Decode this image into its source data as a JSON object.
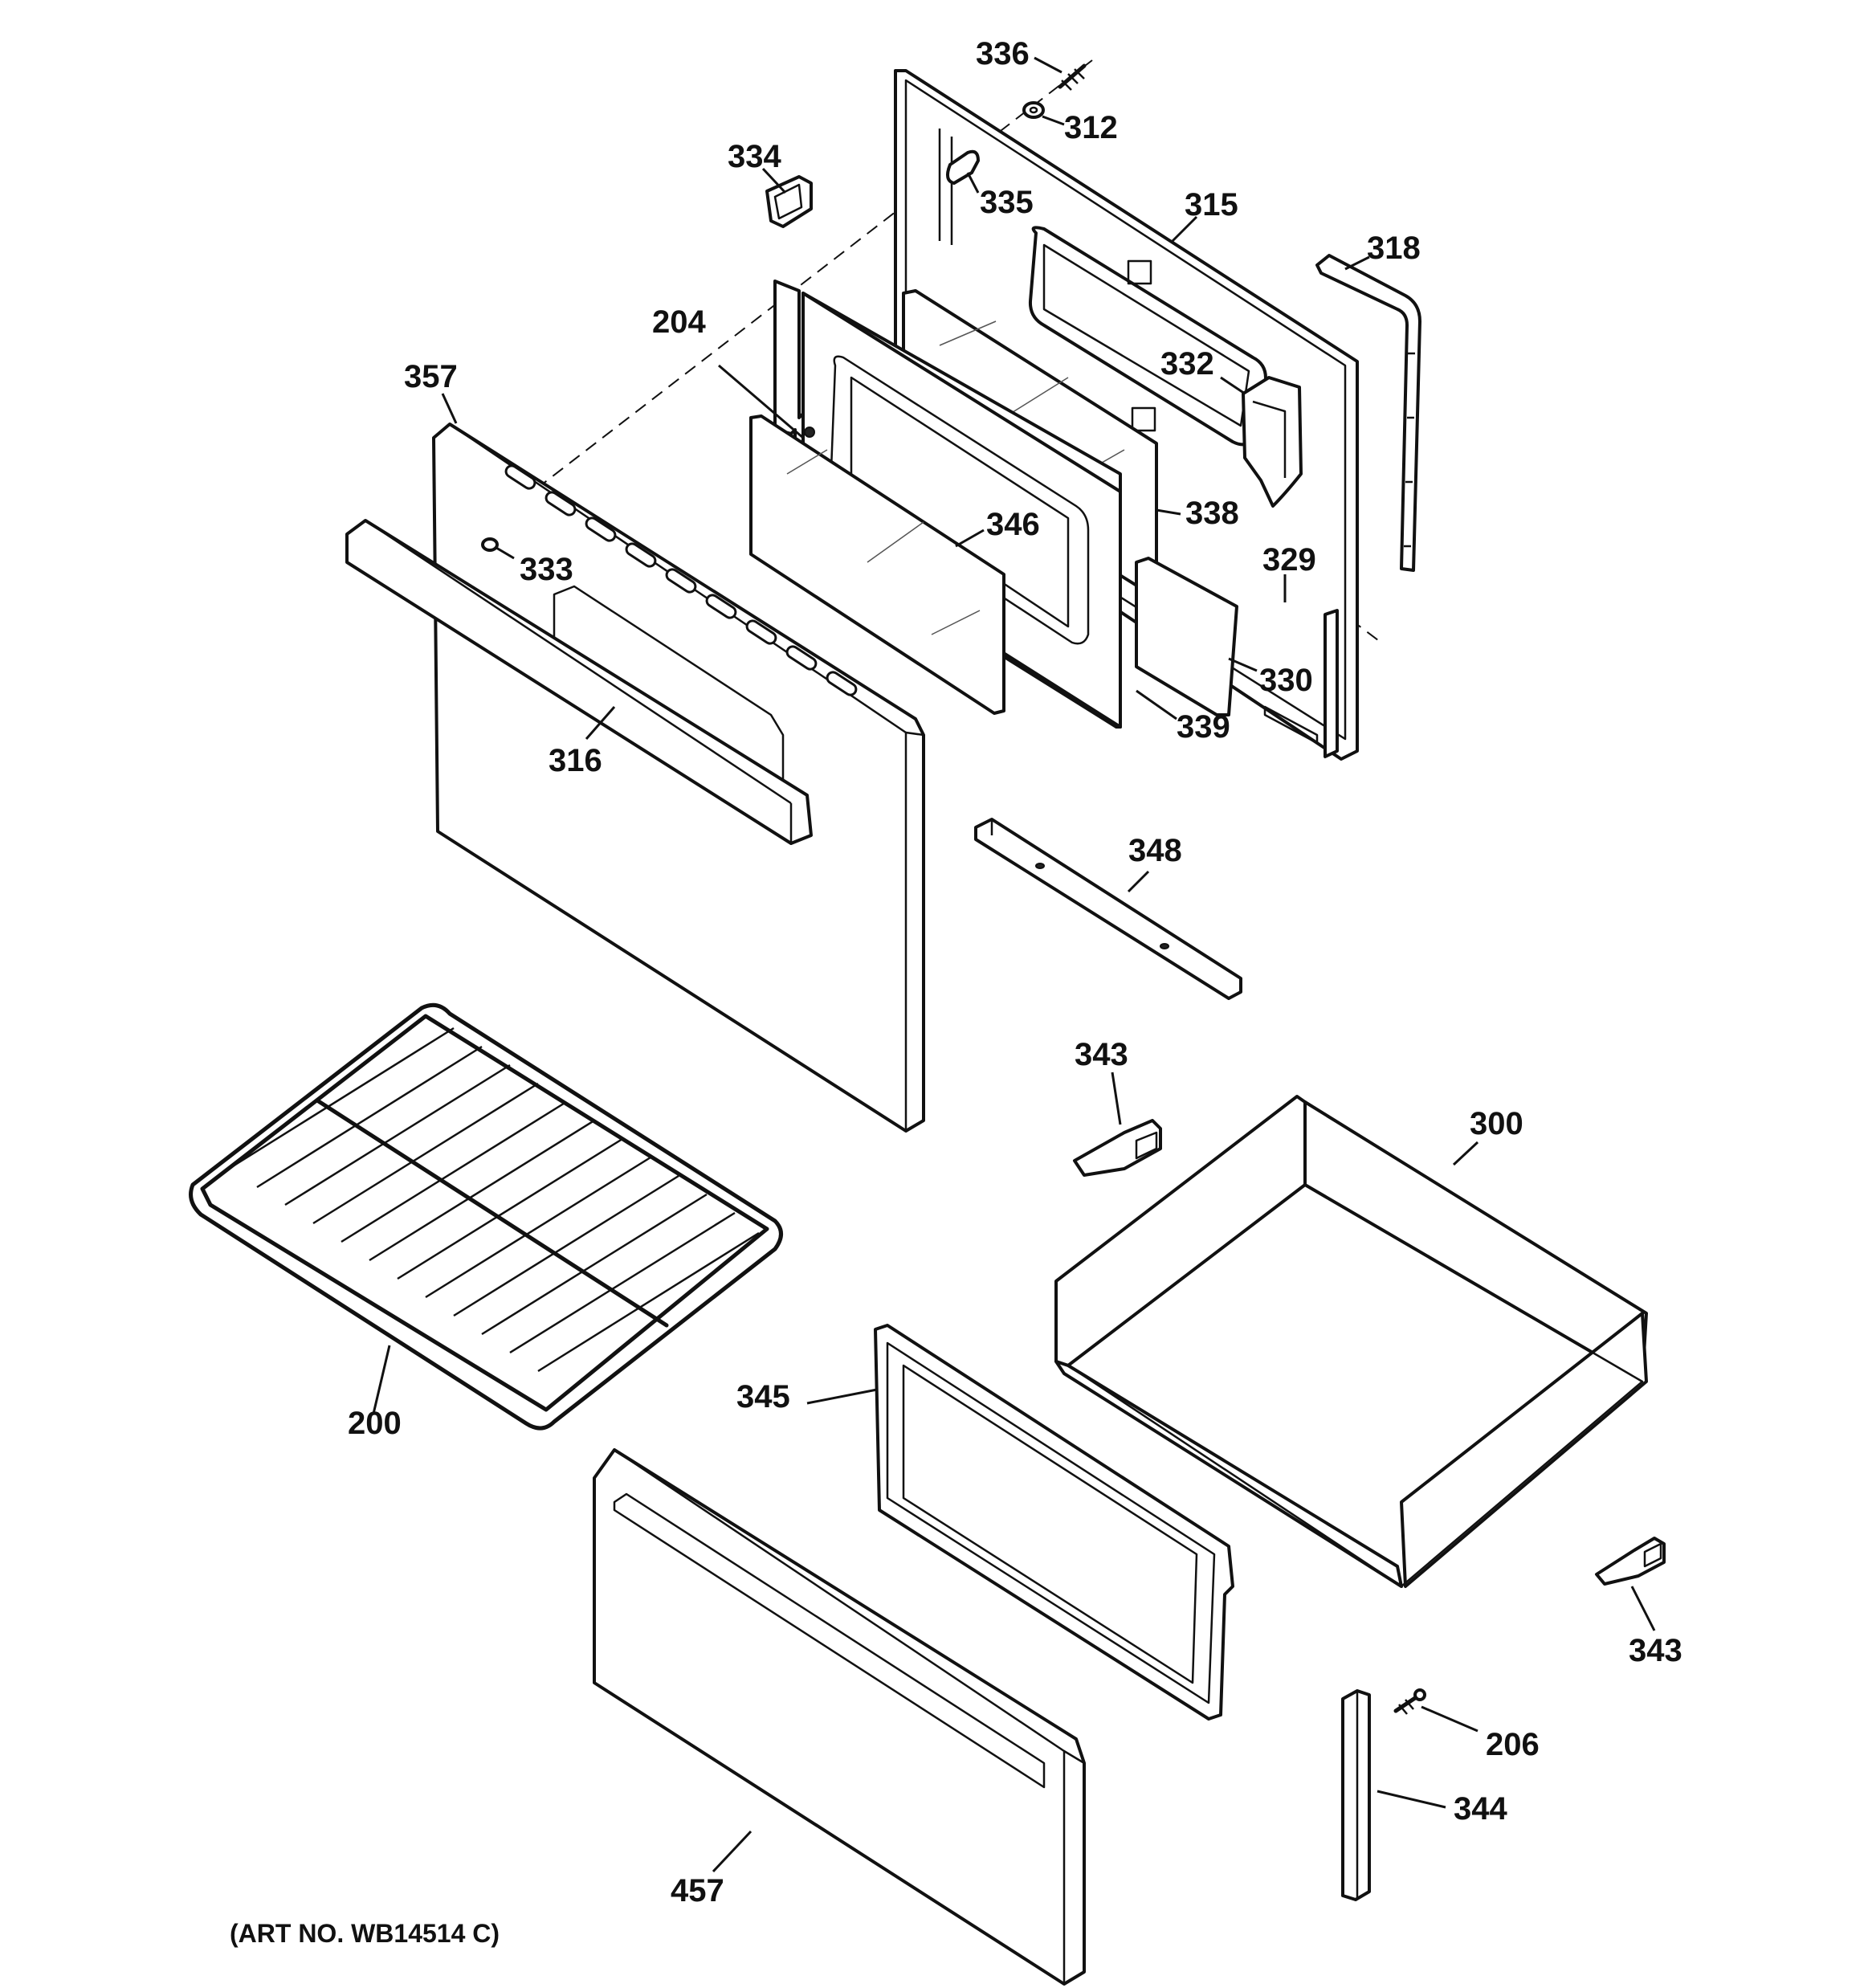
{
  "callouts": {
    "c336": "336",
    "c312": "312",
    "c334": "334",
    "c335": "335",
    "c315": "315",
    "c318": "318",
    "c204": "204",
    "c357": "357",
    "c332": "332",
    "c338": "338",
    "c346": "346",
    "c333": "333",
    "c329": "329",
    "c330": "330",
    "c339": "339",
    "c316": "316",
    "c348": "348",
    "c343_top": "343",
    "c300": "300",
    "c345": "345",
    "c200": "200",
    "c343_bottom": "343",
    "c206": "206",
    "c344": "344",
    "c457": "457"
  },
  "art_number": "(ART NO. WB14514 C)"
}
